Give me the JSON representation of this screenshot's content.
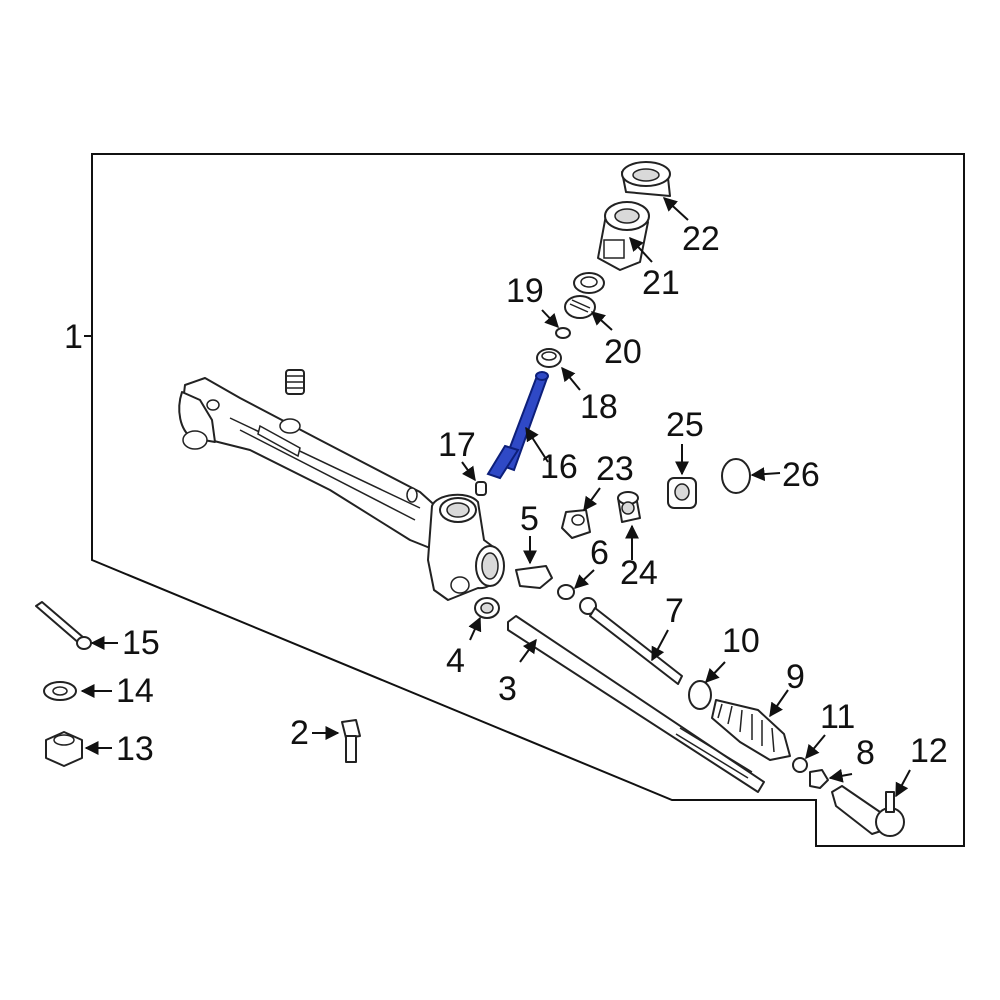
{
  "diagram": {
    "highlight_color": "#2f49c6",
    "callouts": {
      "c1": "1",
      "c2": "2",
      "c3": "3",
      "c4": "4",
      "c5": "5",
      "c6": "6",
      "c7": "7",
      "c8": "8",
      "c9": "9",
      "c10": "10",
      "c11": "11",
      "c12": "12",
      "c13": "13",
      "c14": "14",
      "c15": "15",
      "c16": "16",
      "c17": "17",
      "c18": "18",
      "c19": "19",
      "c20": "20",
      "c21": "21",
      "c22": "22",
      "c23": "23",
      "c24": "24",
      "c25": "25",
      "c26": "26"
    }
  }
}
